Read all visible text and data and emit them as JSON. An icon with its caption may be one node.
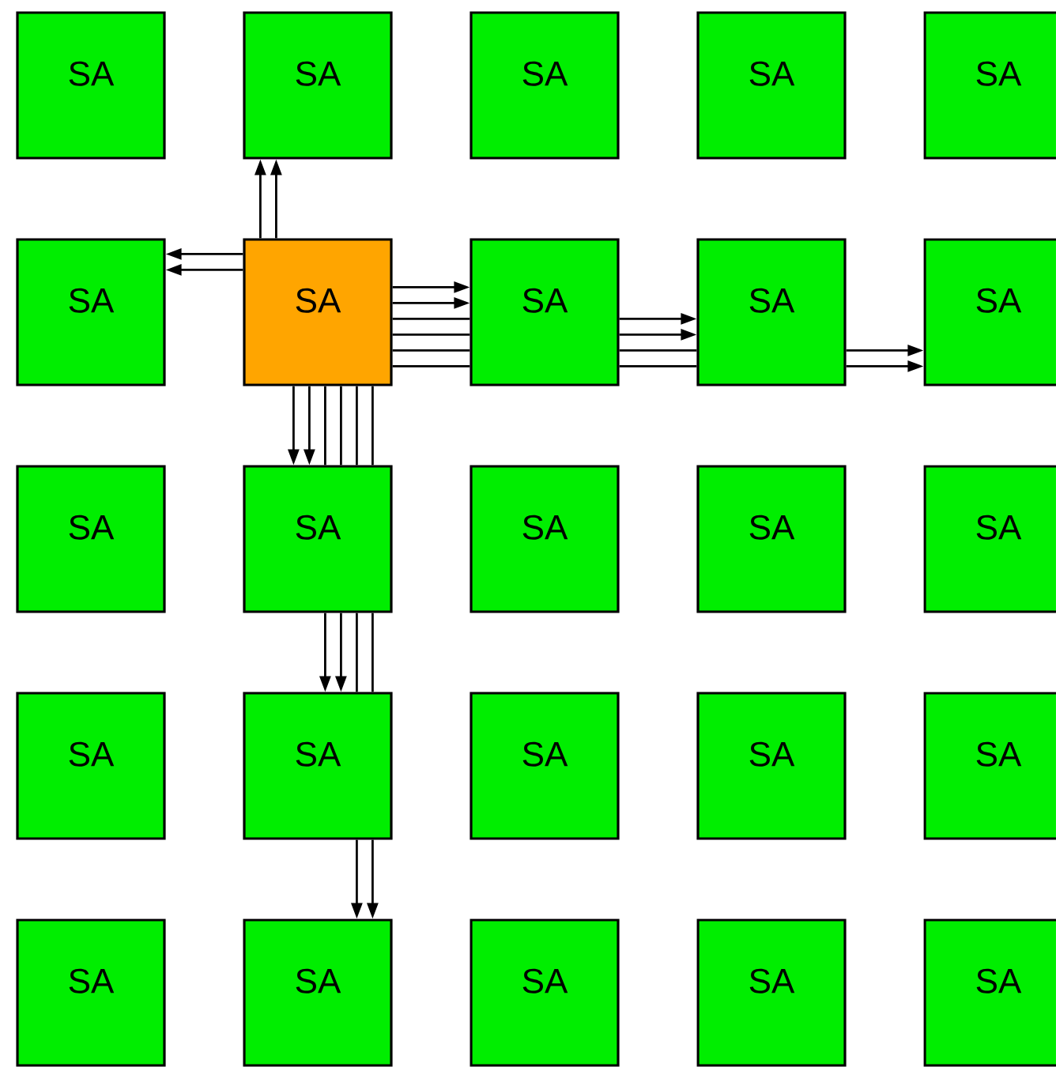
{
  "diagram": {
    "nodes": [
      {
        "text": [
          "SA"
        ]
      },
      {
        "text": [
          "SA"
        ]
      },
      {
        "text": [
          "SA"
        ]
      },
      {
        "text": [
          "SA"
        ]
      },
      {
        "text": [
          "SA"
        ]
      },
      {
        "text": [
          "SA"
        ]
      },
      {
        "text": [
          "SA"
        ]
      },
      {
        "text": [
          "SA"
        ]
      },
      {
        "text": [
          "SA"
        ]
      },
      {
        "text": [
          "SA"
        ]
      },
      {
        "text": [
          "SA"
        ]
      },
      {
        "text": [
          "SA"
        ]
      },
      {
        "text": [
          "SA"
        ]
      },
      {
        "text": [
          "SA"
        ]
      },
      {
        "text": [
          "SA"
        ]
      },
      {
        "text": [
          "SA"
        ]
      },
      {
        "text": [
          "SA"
        ]
      },
      {
        "text": [
          "SA"
        ]
      },
      {
        "text": [
          "SA"
        ]
      },
      {
        "text": [
          "SA"
        ]
      },
      {
        "text": [
          "SA"
        ]
      },
      {
        "text": [
          "SA"
        ]
      },
      {
        "text": [
          "SA"
        ]
      },
      {
        "text": [
          "SA"
        ]
      },
      {
        "text": [
          "SA"
        ]
      }
    ],
    "edges": [
      {
        "from": 6,
        "to": 1,
        "arrow": "to"
      },
      {
        "from": 6,
        "to": 1,
        "arrow": "to"
      },
      {
        "from": 6,
        "to": 5,
        "arrow": "to"
      },
      {
        "from": 6,
        "to": 5,
        "arrow": "to"
      },
      {
        "from": 6,
        "to": 7,
        "arrow": "to"
      },
      {
        "from": 6,
        "to": 7,
        "arrow": "to"
      },
      {
        "from": 6,
        "to": 7,
        "arrow": "none"
      },
      {
        "from": 6,
        "to": 7,
        "arrow": "none"
      },
      {
        "from": 6,
        "to": 7,
        "arrow": "none"
      },
      {
        "from": 6,
        "to": 7,
        "arrow": "none"
      },
      {
        "from": 7,
        "to": 8,
        "arrow": "to"
      },
      {
        "from": 7,
        "to": 8,
        "arrow": "to"
      },
      {
        "from": 7,
        "to": 8,
        "arrow": "none"
      },
      {
        "from": 7,
        "to": 8,
        "arrow": "none"
      },
      {
        "from": 8,
        "to": 9,
        "arrow": "to"
      },
      {
        "from": 8,
        "to": 9,
        "arrow": "to"
      },
      {
        "from": 6,
        "to": 11,
        "arrow": "to"
      },
      {
        "from": 6,
        "to": 11,
        "arrow": "to"
      },
      {
        "from": 6,
        "to": 11,
        "arrow": "none"
      },
      {
        "from": 6,
        "to": 11,
        "arrow": "none"
      },
      {
        "from": 6,
        "to": 11,
        "arrow": "none"
      },
      {
        "from": 6,
        "to": 11,
        "arrow": "none"
      },
      {
        "from": 11,
        "to": 16,
        "arrow": "to"
      },
      {
        "from": 11,
        "to": 16,
        "arrow": "to"
      },
      {
        "from": 11,
        "to": 16,
        "arrow": "none"
      },
      {
        "from": 11,
        "to": 16,
        "arrow": "none"
      },
      {
        "from": 16,
        "to": 21,
        "arrow": "to"
      },
      {
        "from": 16,
        "to": 21,
        "arrow": "to"
      }
    ]
  }
}
